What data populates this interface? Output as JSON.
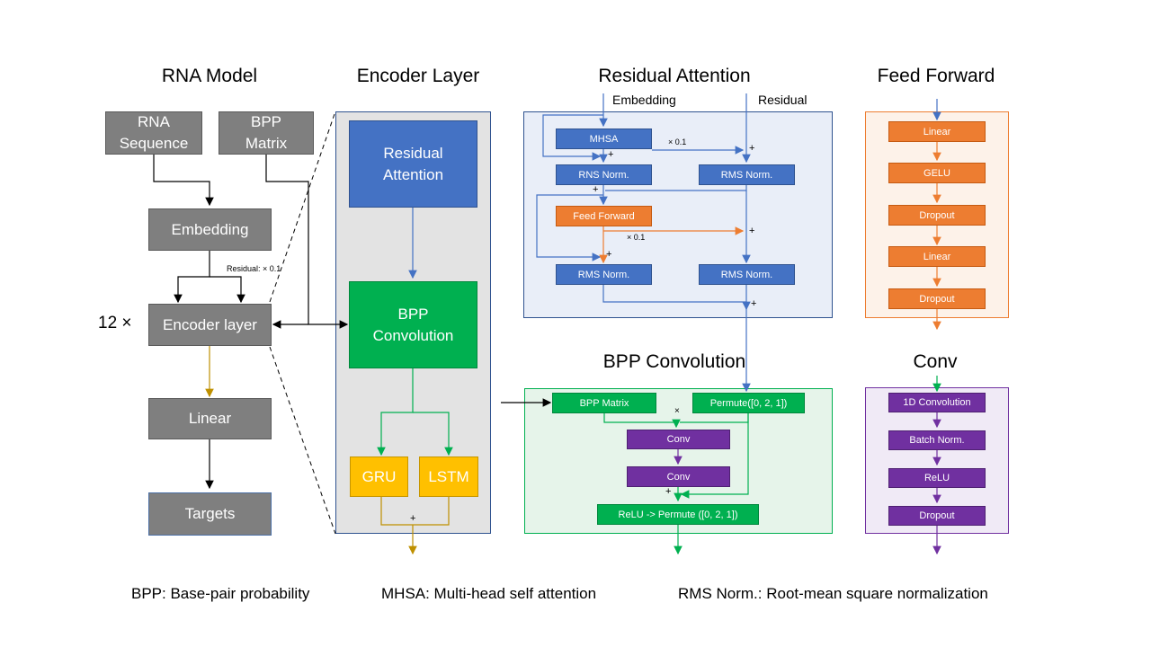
{
  "titles": {
    "rna_model": "RNA Model",
    "encoder_layer": "Encoder Layer",
    "residual_attention": "Residual Attention",
    "feed_forward": "Feed Forward",
    "bpp_convolution": "BPP Convolution",
    "conv": "Conv"
  },
  "rna_model": {
    "rna_sequence": "RNA\nSequence",
    "bpp_matrix": "BPP\nMatrix",
    "embedding": "Embedding",
    "encoder_layer": "Encoder layer",
    "linear": "Linear",
    "targets": "Targets",
    "repeat": "12 ×",
    "residual_note": "Residual: × 0.1"
  },
  "encoder": {
    "residual_attention": "Residual\nAttention",
    "bpp_convolution": "BPP\nConvolution",
    "gru": "GRU",
    "lstm": "LSTM",
    "plus": "+"
  },
  "attention": {
    "embedding_label": "Embedding",
    "residual_label": "Residual",
    "mhsa": "MHSA",
    "rns_norm": "RNS Norm.",
    "rms_norm_1": "RMS Norm.",
    "feed_forward": "Feed Forward",
    "rms_norm_2": "RMS Norm.",
    "rms_norm_3": "RMS Norm.",
    "scale_1": "× 0.1",
    "scale_2": "× 0.1",
    "plus": "+"
  },
  "feed_forward": {
    "linear_1": "Linear",
    "gelu": "GELU",
    "dropout_1": "Dropout",
    "linear_2": "Linear",
    "dropout_2": "Dropout"
  },
  "bpp_conv": {
    "bpp_matrix": "BPP Matrix",
    "permute": "Permute([0, 2, 1])",
    "times": "×",
    "conv_1": "Conv",
    "conv_2": "Conv",
    "plus": "+",
    "relu_permute": "ReLU -> Permute ([0, 2, 1])"
  },
  "conv": {
    "conv1d": "1D Convolution",
    "batch_norm": "Batch Norm.",
    "relu": "ReLU",
    "dropout": "Dropout"
  },
  "footnotes": {
    "bpp": "BPP: Base-pair probability",
    "mhsa": "MHSA: Multi-head self attention",
    "rms": "RMS Norm.: Root-mean square normalization"
  },
  "colors": {
    "blue": "#4472c4",
    "orange": "#ed7d31",
    "green": "#00b050",
    "purple": "#7030a0",
    "yellow": "#ffc000",
    "gray": "#7f7f7f",
    "gold_arrow": "#bf9000"
  }
}
